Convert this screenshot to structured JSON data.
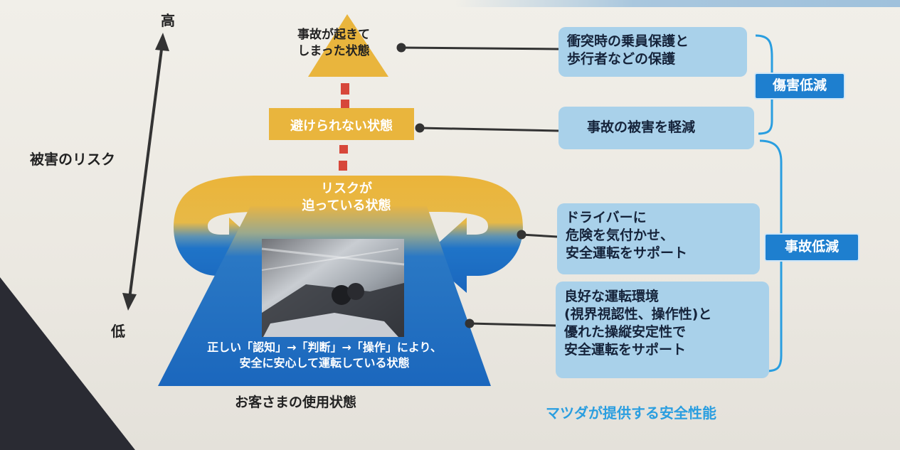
{
  "axis": {
    "high": "高",
    "low": "低",
    "label": "被害のリスク"
  },
  "levels": {
    "accident": "事故が起きて\nしまった状態",
    "unavoidable": "避けられない状態",
    "imminent": "リスクが\n迫っている状態",
    "normal": "正しい「認知」→「判断」→「操作」により、\n安全に安心して運転している状態"
  },
  "left_caption": "お客さまの使用状態",
  "features": [
    "衝突時の乗員保護と\n歩行者などの保護",
    "事故の被害を軽減",
    "ドライバーに\n危険を気付かせ、\n安全運転をサポート",
    "良好な運転環境\n(視界視認性、操作性)と\n優れた操縦安定性で\n安全運転をサポート"
  ],
  "groups": {
    "damage_reduction": "傷害低減",
    "accident_reduction": "事故低減"
  },
  "right_caption": "マツダが提供する安全性能",
  "colors": {
    "gold": "#e9b53d",
    "blue": "#1f74c8",
    "box": "#a9d1ea",
    "tag": "#1e7fcf",
    "caption_blue": "#2a9ee0"
  }
}
